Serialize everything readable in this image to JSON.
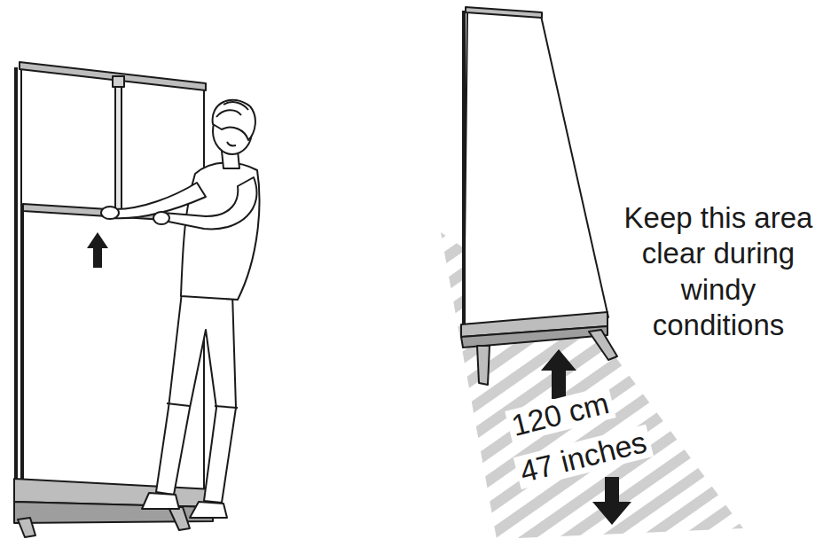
{
  "diagram": {
    "labels": [
      "Keep this area clear during windy conditions",
      "120 cm",
      "47 inches"
    ]
  }
}
